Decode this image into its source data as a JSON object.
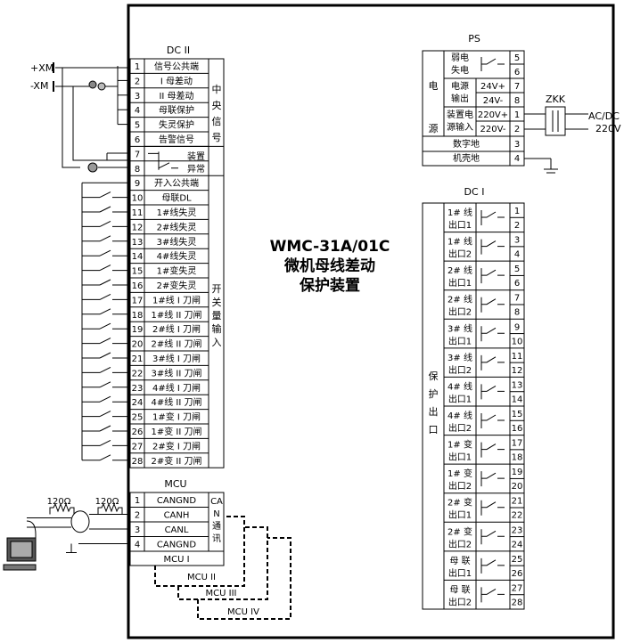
{
  "device": {
    "model": "WMC-31A/01C",
    "name_line1": "微机母线差动",
    "name_line2": "保护装置"
  },
  "power_labels": {
    "plus": "+XM",
    "minus": "-XM"
  },
  "dc2": {
    "header": "DC II",
    "rows": [
      {
        "num": "1",
        "label": "信号公共端"
      },
      {
        "num": "2",
        "label": "I 母差动"
      },
      {
        "num": "3",
        "label": "II 母差动"
      },
      {
        "num": "4",
        "label": "母联保护"
      },
      {
        "num": "5",
        "label": "失灵保护"
      },
      {
        "num": "6",
        "label": "告警信号"
      },
      {
        "num": "7",
        "label": ""
      },
      {
        "num": "8",
        "label": ""
      },
      {
        "num": "9",
        "label": "开入公共端"
      },
      {
        "num": "10",
        "label": "母联DL"
      },
      {
        "num": "11",
        "label": "1#线失灵"
      },
      {
        "num": "12",
        "label": "2#线失灵"
      },
      {
        "num": "13",
        "label": "3#线失灵"
      },
      {
        "num": "14",
        "label": "4#线失灵"
      },
      {
        "num": "15",
        "label": "1#变失灵"
      },
      {
        "num": "16",
        "label": "2#变失灵"
      },
      {
        "num": "17",
        "label": "1#线 I 刀闸"
      },
      {
        "num": "18",
        "label": "1#线 II 刀闸"
      },
      {
        "num": "19",
        "label": "2#线 I 刀闸"
      },
      {
        "num": "20",
        "label": "2#线 II 刀闸"
      },
      {
        "num": "21",
        "label": "3#线 I 刀闸"
      },
      {
        "num": "22",
        "label": "3#线 II 刀闸"
      },
      {
        "num": "23",
        "label": "4#线 I 刀闸"
      },
      {
        "num": "24",
        "label": "4#线 II 刀闸"
      },
      {
        "num": "25",
        "label": "1#变 I 刀闸"
      },
      {
        "num": "26",
        "label": "1#变 II 刀闸"
      },
      {
        "num": "27",
        "label": "2#变 I 刀闸"
      },
      {
        "num": "28",
        "label": "2#变 II 刀闸"
      }
    ],
    "group_central": [
      "中",
      "央",
      "信",
      "号"
    ],
    "group_abnormal": [
      "装置",
      "异常"
    ],
    "group_binary": [
      "开",
      "关",
      "量",
      "输",
      "入"
    ]
  },
  "mcu": {
    "header": "MCU",
    "rows": [
      {
        "num": "1",
        "label": "CANGND"
      },
      {
        "num": "2",
        "label": "CANH"
      },
      {
        "num": "3",
        "label": "CANL"
      },
      {
        "num": "4",
        "label": "CANGND"
      }
    ],
    "group": [
      "CA",
      "N",
      "通",
      "讯"
    ],
    "units": [
      "MCU I",
      "MCU II",
      "MCU III",
      "MCU IV"
    ],
    "resistor_label": "120Ω"
  },
  "ps": {
    "header": "PS",
    "side_label_1": "电",
    "side_label_2": "源",
    "weak_label": [
      "弱电",
      "失电"
    ],
    "out_label": [
      "电源",
      "输出"
    ],
    "in_label": [
      "装置电",
      "源输入"
    ],
    "rows": [
      {
        "num": "5",
        "signal": ""
      },
      {
        "num": "6",
        "signal": ""
      },
      {
        "num": "7",
        "signal": "24V+"
      },
      {
        "num": "8",
        "signal": "24V-"
      },
      {
        "num": "1",
        "signal": "220V+"
      },
      {
        "num": "2",
        "signal": "220V-"
      },
      {
        "num": "3",
        "signal": "数字地"
      },
      {
        "num": "4",
        "signal": "机壳地"
      }
    ],
    "zkk": "ZKK",
    "acdc": "AC/DC",
    "v220": "220V"
  },
  "dc1": {
    "header": "DC I",
    "group": [
      "保",
      "护",
      "出",
      "口"
    ],
    "outputs": [
      {
        "label": [
          "1# 线",
          "出口1"
        ],
        "a": "1",
        "b": "2"
      },
      {
        "label": [
          "1# 线",
          "出口2"
        ],
        "a": "3",
        "b": "4"
      },
      {
        "label": [
          "2# 线",
          "出口1"
        ],
        "a": "5",
        "b": "6"
      },
      {
        "label": [
          "2# 线",
          "出口2"
        ],
        "a": "7",
        "b": "8"
      },
      {
        "label": [
          "3# 线",
          "出口1"
        ],
        "a": "9",
        "b": "10"
      },
      {
        "label": [
          "3# 线",
          "出口2"
        ],
        "a": "11",
        "b": "12"
      },
      {
        "label": [
          "4# 线",
          "出口1"
        ],
        "a": "13",
        "b": "14"
      },
      {
        "label": [
          "4# 线",
          "出口2"
        ],
        "a": "15",
        "b": "16"
      },
      {
        "label": [
          "1# 变",
          "出口1"
        ],
        "a": "17",
        "b": "18"
      },
      {
        "label": [
          "1# 变",
          "出口2"
        ],
        "a": "19",
        "b": "20"
      },
      {
        "label": [
          "2# 变",
          "出口1"
        ],
        "a": "21",
        "b": "22"
      },
      {
        "label": [
          "2# 变",
          "出口2"
        ],
        "a": "23",
        "b": "24"
      },
      {
        "label": [
          "母 联",
          "出口1"
        ],
        "a": "25",
        "b": "26"
      },
      {
        "label": [
          "母 联",
          "出口2"
        ],
        "a": "27",
        "b": "28"
      }
    ]
  }
}
